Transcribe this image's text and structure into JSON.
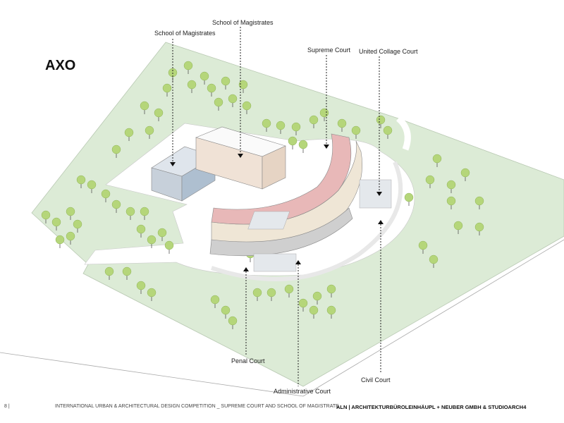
{
  "title": "AXO",
  "labels": {
    "school1": "School of Magistrates",
    "school2": "School of Magistrates",
    "supreme": "Supreme Court",
    "united": "United Collage Court",
    "penal": "Penal Court",
    "administrative": "Administrative  Court",
    "civil": "Civil Court"
  },
  "footer": {
    "page": "8 |",
    "competition": "INTERNATIONAL URBAN & ARCHITECTURAL DESIGN COMPETITION _ SUPREME COURT AND SCHOOL OF MAGISTRATE",
    "authors": "ALN | ARCHITEKTURBÜROLEINHÄUPL + NEUBER GMBH & STUDIOARCH4"
  },
  "colors": {
    "site": "#dcebd6",
    "tree": "#b5d67a",
    "roof": "#e8b8b8",
    "facade": "#efe6d6",
    "glass": "#aebfd0"
  }
}
